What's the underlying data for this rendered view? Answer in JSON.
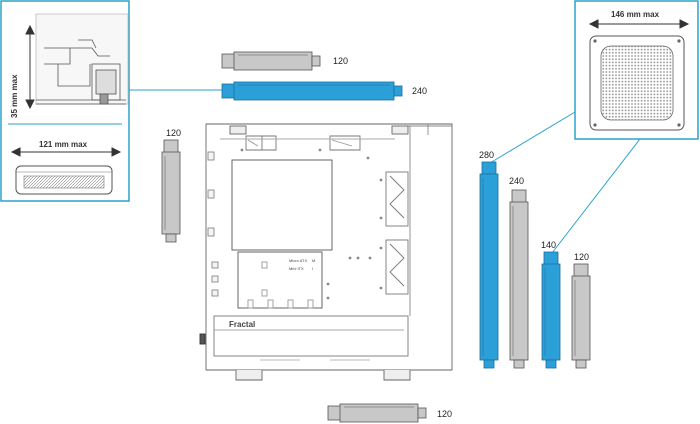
{
  "colors": {
    "accent": "#2b9fd8",
    "accent_stroke": "#1a6f9c",
    "gray": "#c8c8c8",
    "gray_stroke": "#555555",
    "callout": "#29a3c9"
  },
  "insets": {
    "left": {
      "height_label": "35 mm max",
      "width_label": "121 mm max"
    },
    "right": {
      "width_label": "146 mm max"
    }
  },
  "radiators": [
    {
      "id": "top-120",
      "label": "120",
      "highlight": false
    },
    {
      "id": "top-240",
      "label": "240",
      "highlight": true
    },
    {
      "id": "side-left-120",
      "label": "120",
      "highlight": false
    },
    {
      "id": "front-280",
      "label": "280",
      "highlight": true
    },
    {
      "id": "front-240",
      "label": "240",
      "highlight": false
    },
    {
      "id": "front-140",
      "label": "140",
      "highlight": true
    },
    {
      "id": "front-120",
      "label": "120",
      "highlight": false
    },
    {
      "id": "bottom-120",
      "label": "120",
      "highlight": false
    }
  ],
  "case": {
    "brand": "Fractal",
    "board_labels": {
      "matx": "Micro ATX",
      "itx": "Mini ITX",
      "m": "M",
      "i": "I"
    }
  }
}
